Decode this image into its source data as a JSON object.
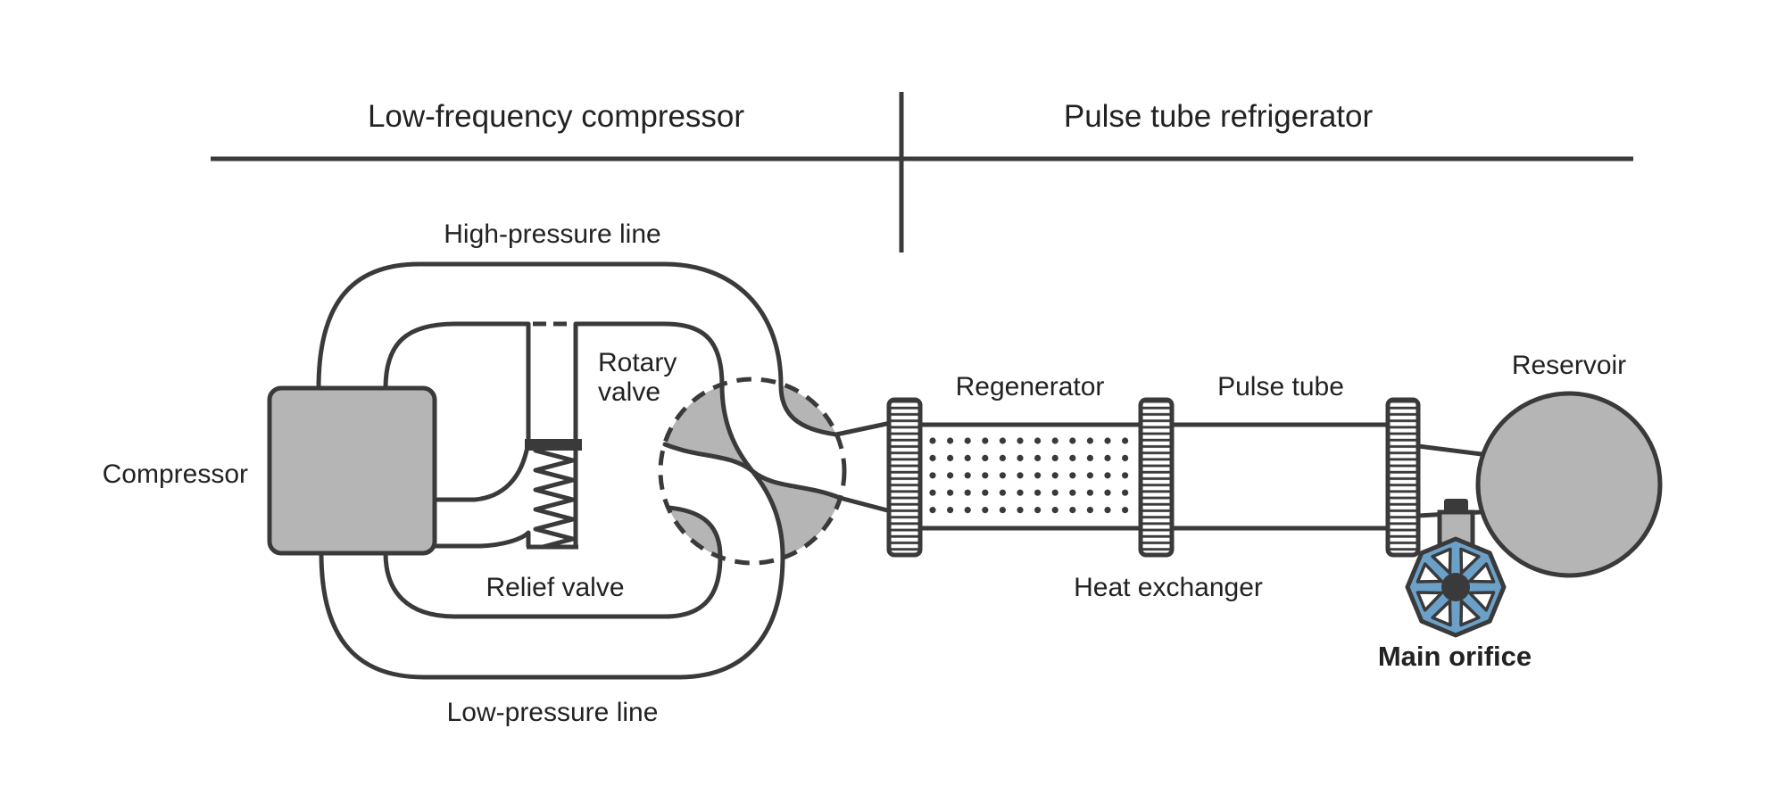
{
  "header": {
    "section_left": "Low-frequency compressor",
    "section_right": "Pulse tube refrigerator"
  },
  "labels": {
    "compressor": "Compressor",
    "high_pressure_line": "High-pressure line",
    "low_pressure_line": "Low-pressure line",
    "relief_valve": "Relief valve",
    "rotary_valve_line1": "Rotary",
    "rotary_valve_line2": "valve",
    "regenerator": "Regenerator",
    "pulse_tube": "Pulse tube",
    "heat_exchanger": "Heat exchanger",
    "reservoir": "Reservoir",
    "main_orifice": "Main orifice"
  },
  "colors": {
    "line": "#3a3a3a",
    "fill_gray": "#b5b5b5",
    "valve_wheel_blue": "#6ba1c9",
    "text": "#222222",
    "background": "#ffffff"
  },
  "regenerator_matrix": {
    "dot_rows": 5,
    "dot_cols": 12
  },
  "orifice_wheel": {
    "spokes": 8
  }
}
